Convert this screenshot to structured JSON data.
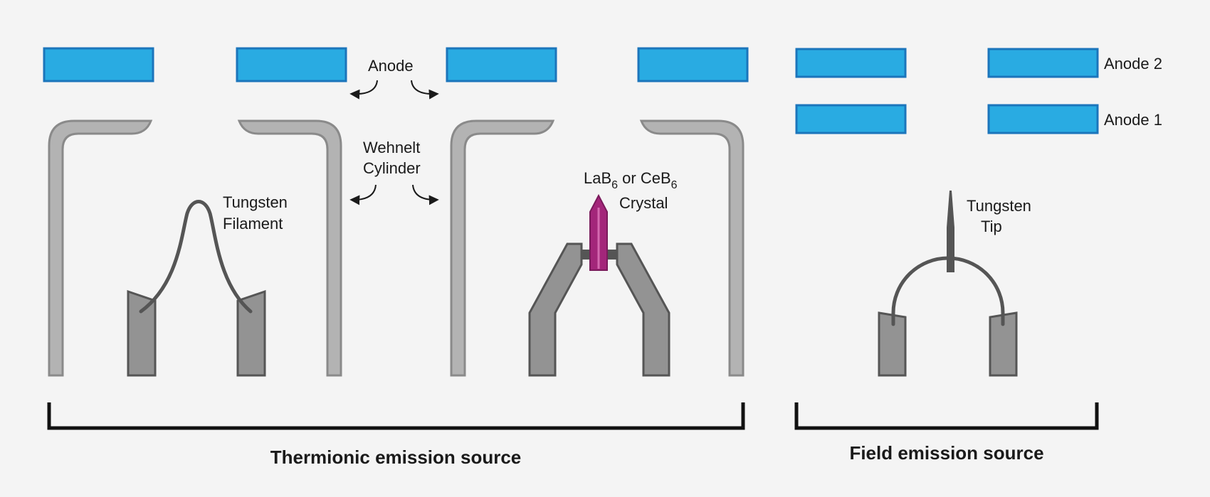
{
  "labels": {
    "anode": "Anode",
    "wehnelt_line1": "Wehnelt",
    "wehnelt_line2": "Cylinder",
    "tungsten_filament_line1": "Tungsten",
    "tungsten_filament_line2": "Filament",
    "crystal_part1": "LaB",
    "crystal_sub1": "6",
    "crystal_part2": " or CeB",
    "crystal_sub2": "6",
    "crystal_line2": "Crystal",
    "tungsten_tip_line1": "Tungsten",
    "tungsten_tip_line2": "Tip",
    "anode2": "Anode 2",
    "anode1": "Anode 1"
  },
  "captions": {
    "thermionic": "Thermionic emission source",
    "field": "Field emission source"
  },
  "colors": {
    "anode_fill": "#29abe2",
    "anode_stroke": "#1b75bb",
    "wehnelt_fill": "#b3b3b3",
    "wehnelt_stroke": "#8a8a8a",
    "post_fill": "#939393",
    "post_stroke": "#555555",
    "wire": "#555555",
    "crystal": "#a3267a",
    "background": "#f4f4f4"
  }
}
